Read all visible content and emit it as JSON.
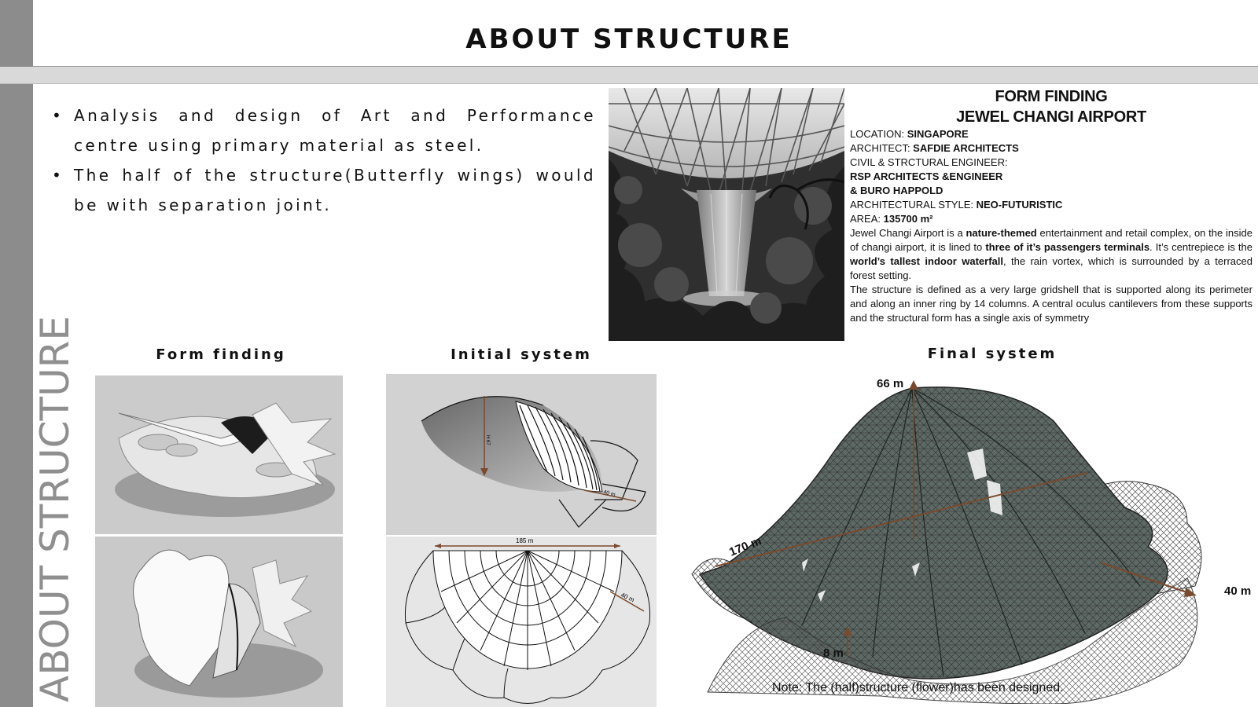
{
  "page": {
    "title": "ABOUT STRUCTURE",
    "side_title": "ABOUT STRUCTURE"
  },
  "bullets": [
    "Analysis and design of Art and Performance centre using primary material as steel.",
    "The half of the structure(Butterfly wings) would be with separation joint."
  ],
  "info": {
    "heading_1": "FORM FINDING",
    "heading_2": "JEWEL CHANGI AIRPORT",
    "location_label": "LOCATION: ",
    "location_value": "SINGAPORE",
    "architect_label": "ARCHITECT: ",
    "architect_value": "SAFDIE ARCHITECTS",
    "engineer_label": "CIVIL & STRCTURAL ENGINEER:",
    "engineer_value_1": "RSP ARCHITECTS &ENGINEER",
    "engineer_value_2": "& BURO HAPPOLD",
    "style_label": "ARCHITECTURAL STYLE: ",
    "style_value": "NEO-FUTURISTIC",
    "area_label": "AREA: ",
    "area_value": "135700 m²",
    "para1": {
      "t1": "Jewel Changi Airport is a ",
      "b1": "nature-themed",
      "t2": " entertainment and retail complex, on the inside of changi airport, it is lined to ",
      "b2": "three of it’s passengers terminals",
      "t3": ". It’s centrepiece is the ",
      "b3": "world’s tallest indoor waterfall",
      "t4": ", the rain vortex, which is surrounded by a terraced forest setting."
    },
    "para2": "The structure is defined as a very large gridshell that is supported along its perimeter and along an inner ring by 14 columns. A central oculus cantilevers from these supports and the structural form has a single axis of symmetry"
  },
  "captions": {
    "form_finding": "Form finding",
    "initial_system": "Initial system",
    "final_system": "Final system"
  },
  "initial_dims": {
    "height": "H 67",
    "width": "40 m",
    "span": "185 m",
    "radius": "40 m"
  },
  "final_dims": {
    "height": "66 m",
    "length": "170 m",
    "wing": "40 m",
    "base": "8 m"
  },
  "note": "Note: The (half)structure (flower)has been designed.",
  "colors": {
    "band": "#8c8c8c",
    "header_band": "#d9d9d9",
    "shell": "#5d6964",
    "dimension_arrow": "#7a4a2e"
  }
}
